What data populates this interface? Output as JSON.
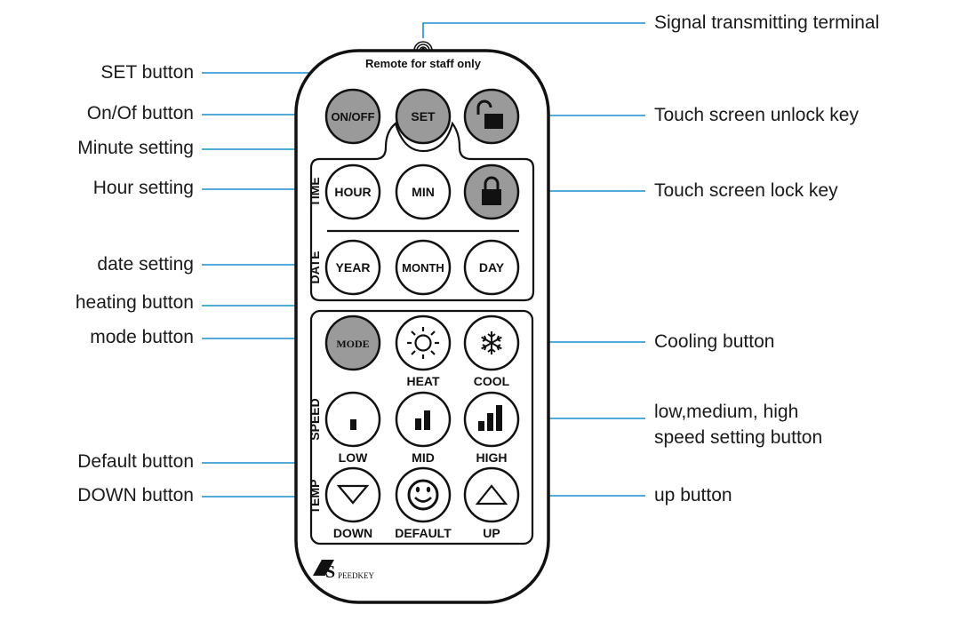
{
  "remote": {
    "header": "Remote for staff only",
    "group_labels": {
      "time": "TIME",
      "date": "DATE",
      "speed": "SPEED",
      "temp": "TEMP"
    },
    "buttons": {
      "on_off": "ON/OFF",
      "set": "SET",
      "hour": "HOUR",
      "min": "MIN",
      "year": "YEAR",
      "month": "MONTH",
      "day": "DAY",
      "mode": "MODE",
      "heat": "HEAT",
      "cool": "COOL",
      "low": "LOW",
      "mid": "MID",
      "high": "HIGH",
      "down": "DOWN",
      "default": "DEFAULT",
      "up": "UP"
    },
    "brand": "SPEEDKEY"
  },
  "callouts": {
    "signal_terminal": "Signal transmitting terminal",
    "set_button": "SET button",
    "on_off_button": "On/Of button",
    "minute_setting": "Minute setting",
    "hour_setting": "Hour setting",
    "date_setting": "date setting",
    "heating_button": "heating button",
    "mode_button": "mode button",
    "default_button": "Default button",
    "down_button": "DOWN button",
    "unlock_key": "Touch screen unlock key",
    "lock_key": "Touch screen lock key",
    "cooling_button": "Cooling button",
    "speed_button": "low,medium, high\nspeed setting button",
    "up_button": "up button"
  },
  "colors": {
    "leader_line": "#1a8fd0",
    "grey_button": "#9a9a9a",
    "outline": "#111111"
  }
}
